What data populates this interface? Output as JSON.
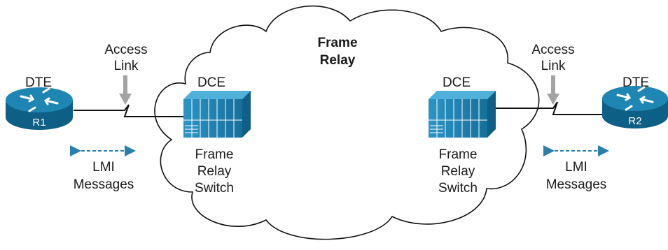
{
  "cloud": {
    "title_line1": "Frame",
    "title_line2": "Relay"
  },
  "left": {
    "dte_label": "DTE",
    "router_name": "R1",
    "access_line1": "Access",
    "access_line2": "Link",
    "dce_label": "DCE",
    "switch_line1": "Frame",
    "switch_line2": "Relay",
    "switch_line3": "Switch",
    "lmi_line1": "LMI",
    "lmi_line2": "Messages"
  },
  "right": {
    "dte_label": "DTE",
    "router_name": "R2",
    "access_line1": "Access",
    "access_line2": "Link",
    "dce_label": "DCE",
    "switch_line1": "Frame",
    "switch_line2": "Relay",
    "switch_line3": "Switch",
    "lmi_line1": "LMI",
    "lmi_line2": "Messages"
  },
  "colors": {
    "router_blue": "#1f86b4",
    "router_dark": "#0d5f85",
    "switch_blue": "#1c7fae",
    "arrow_gray": "#a3a3a3",
    "lmi_arrow": "#2a7fae",
    "link_line": "#111111"
  },
  "icons": [
    "router-icon",
    "frame-relay-switch-icon",
    "cloud-icon",
    "arrow-down-icon",
    "double-arrow-icon"
  ]
}
